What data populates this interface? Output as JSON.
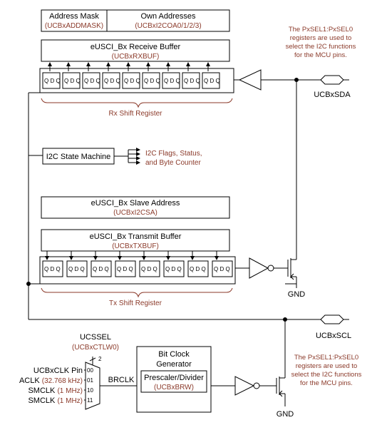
{
  "colors": {
    "ink": "#000000",
    "register_text": "#8b3a2a",
    "background": "#ffffff"
  },
  "address_mask": {
    "title": "Address Mask",
    "register": "(UCBxADDMASK)"
  },
  "own_addresses": {
    "title": "Own Addresses",
    "register": "(UCBxI2COA0/1/2/3)"
  },
  "rx_buffer": {
    "title": "eUSCI_Bx Receive Buffer",
    "register": "(UCBxRXBUF)"
  },
  "rx_shift_label": "Rx Shift Register",
  "state_machine": {
    "title": "I2C State Machine",
    "outputs_line1": "I2C Flags, Status,",
    "outputs_line2": "and Byte Counter"
  },
  "slave_address": {
    "title": "eUSCI_Bx Slave Address",
    "register": "(UCBxI2CSA)"
  },
  "tx_buffer": {
    "title": "eUSCI_Bx Transmit Buffer",
    "register": "(UCBxTXBUF)"
  },
  "tx_shift_label": "Tx Shift Register",
  "flipflop_label": "Q D Q",
  "sda": {
    "label": "UCBxSDA",
    "note": [
      "The PxSEL1:PxSEL0",
      "registers are used to",
      "select the I2C functions",
      "for the MCU pins."
    ]
  },
  "scl": {
    "label": "UCBxSCL",
    "note": [
      "The PxSEL1:PxSEL0",
      "registers are used to",
      "select the I2C functions",
      "for the MCU pins."
    ]
  },
  "gnd_label": "GND",
  "ucssel": {
    "title": "UCSSEL",
    "register": "(UCBxCTLW0)",
    "width": "2",
    "codes": [
      "00",
      "01",
      "10",
      "11"
    ]
  },
  "clock_inputs": [
    {
      "name": "UCBxCLK Pin",
      "freq": ""
    },
    {
      "name": "ACLK",
      "freq": "(32.768 kHz)"
    },
    {
      "name": "SMCLK",
      "freq": "(1 MHz)"
    },
    {
      "name": "SMCLK",
      "freq": "(1 MHz)"
    }
  ],
  "brclk_label": "BRCLK",
  "bit_clock": {
    "title_line1": "Bit Clock",
    "title_line2": "Generator",
    "prescaler": "Prescaler/Divider",
    "register": "(UCBxBRW)"
  }
}
